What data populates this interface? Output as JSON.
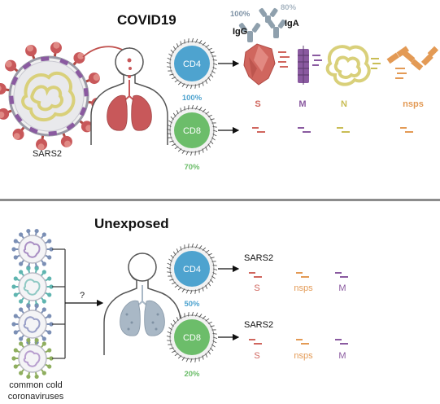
{
  "colors": {
    "virus_red": "#c8585a",
    "virus_body": "#e8e8e8",
    "spike_purple": "#8a5aa0",
    "rna_yellow": "#d9d07a",
    "cd4_blue": "#4ea3cf",
    "cd8_green": "#6cbd6a",
    "s_red": "#d0665e",
    "m_purple": "#8a5aa0",
    "n_yellow": "#c9bd55",
    "nsps_orange": "#e39a55",
    "antibody_gray": "#8fa0ad",
    "lung_red": "#c8585a",
    "lung_blue": "#a9b8c6"
  },
  "top": {
    "title": "COVID19",
    "virus_label": "SARS2",
    "antibodies": {
      "igg_pct": "100%",
      "igg_label": "IgG",
      "iga_pct": "80%",
      "iga_label": "IgA"
    },
    "cd4": {
      "label": "CD4",
      "pct": "100%"
    },
    "cd8": {
      "label": "CD8",
      "pct": "70%"
    },
    "antigens": [
      {
        "label": "S"
      },
      {
        "label": "M"
      },
      {
        "label": "N"
      },
      {
        "label": "nsps"
      }
    ]
  },
  "bottom": {
    "title": "Unexposed",
    "question": "?",
    "cc_label_line1": "common cold",
    "cc_label_line2": "coronaviruses",
    "cd4": {
      "label": "CD4",
      "pct": "50%",
      "group_label": "SARS2",
      "antigens": [
        "S",
        "nsps",
        "M"
      ]
    },
    "cd8": {
      "label": "CD8",
      "pct": "20%",
      "group_label": "SARS2",
      "antigens": [
        "S",
        "nsps",
        "M"
      ]
    }
  },
  "icons": [
    "sars2-virus-icon",
    "human-lungs-icon",
    "t-cell-icon",
    "spike-protein-icon",
    "membrane-protein-icon",
    "nucleocapsid-icon",
    "nsps-icon",
    "igg-antibody-icon",
    "iga-antibody-icon",
    "coronavirus-icon",
    "arrow-icon",
    "peptide-icon"
  ]
}
